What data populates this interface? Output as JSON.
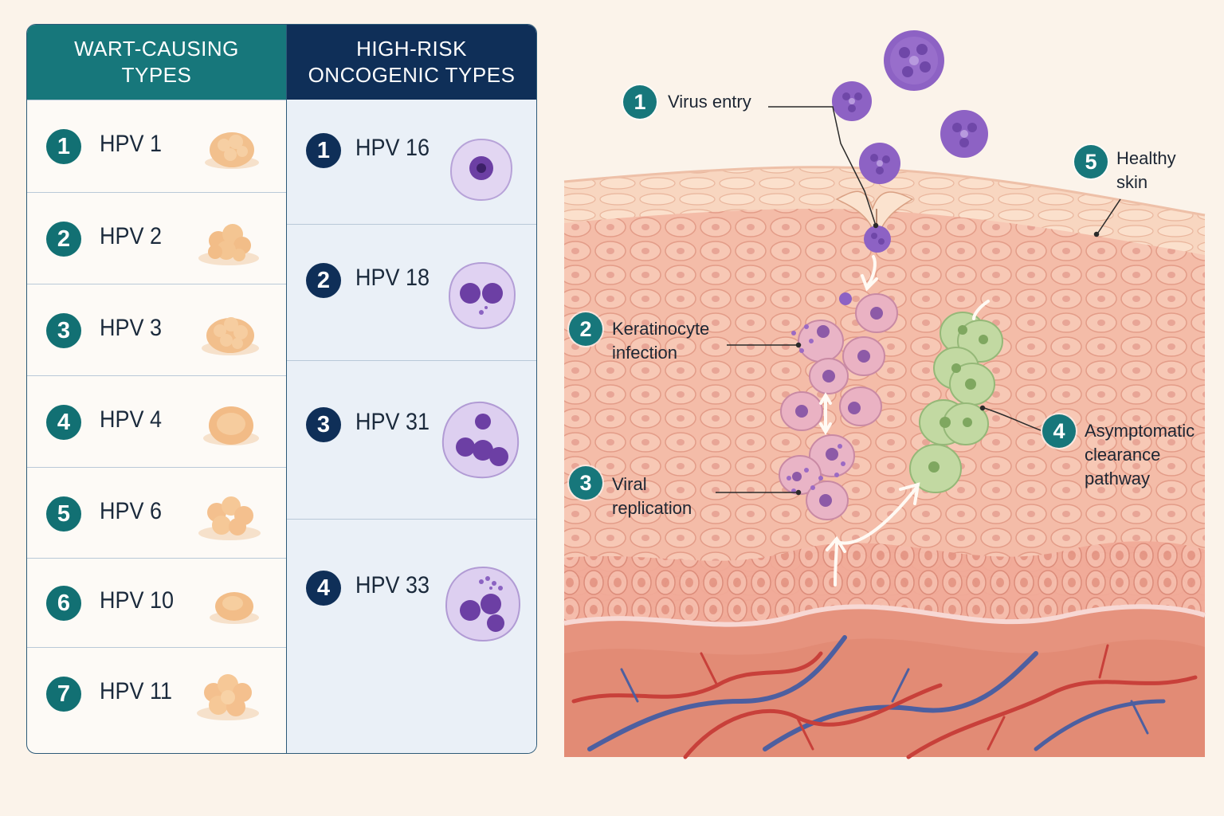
{
  "table": {
    "left_header": "WART-CAUSING\nTYPES",
    "right_header": "HIGH-RISK\nONCOGENIC TYPES",
    "wart_types": [
      {
        "num": "1",
        "label": "HPV 1"
      },
      {
        "num": "2",
        "label": "HPV 2"
      },
      {
        "num": "3",
        "label": "HPV 3"
      },
      {
        "num": "4",
        "label": "HPV 4"
      },
      {
        "num": "5",
        "label": "HPV 6"
      },
      {
        "num": "6",
        "label": "HPV 10"
      },
      {
        "num": "7",
        "label": "HPV 11"
      }
    ],
    "oncogenic_types": [
      {
        "num": "1",
        "label": "HPV 16"
      },
      {
        "num": "2",
        "label": "HPV 18"
      },
      {
        "num": "3",
        "label": "HPV 31"
      },
      {
        "num": "4",
        "label": "HPV 33"
      }
    ]
  },
  "diagram": {
    "callouts": [
      {
        "num": "1",
        "text": "Virus entry"
      },
      {
        "num": "2",
        "text": "Keratinocyte\ninfection"
      },
      {
        "num": "3",
        "text": "Viral\nreplication"
      },
      {
        "num": "4",
        "text": "Asymptomatic\nclearance\npathway"
      },
      {
        "num": "5",
        "text": "Healthy\nskin"
      }
    ]
  },
  "colors": {
    "teal": "#17777b",
    "navy": "#0f2f58",
    "virus": "#8a5cc0",
    "skin": "#f2b7a4",
    "clearance_cells": "#b9d39a"
  }
}
